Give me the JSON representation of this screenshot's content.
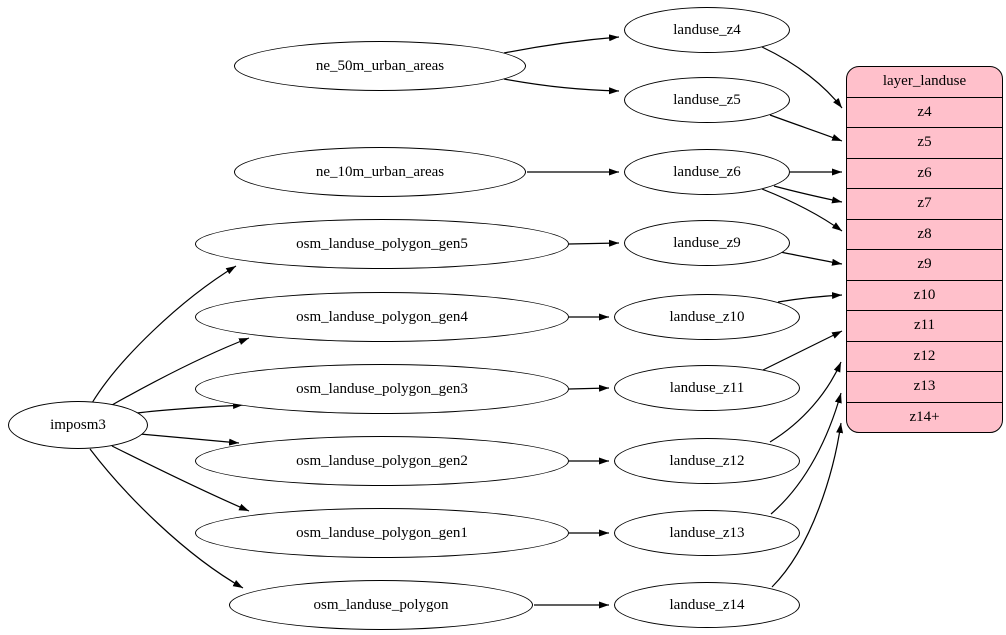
{
  "diagram": {
    "kind": "etl-dependency-graph",
    "background_color": "#ffffff",
    "node_stroke_color": "#000000",
    "table_fill_color": "#ffc0cb"
  },
  "nodes": {
    "imposm3": {
      "label": "imposm3"
    },
    "ne_50m_urban_areas": {
      "label": "ne_50m_urban_areas"
    },
    "ne_10m_urban_areas": {
      "label": "ne_10m_urban_areas"
    },
    "osm_landuse_polygon_gen5": {
      "label": "osm_landuse_polygon_gen5"
    },
    "osm_landuse_polygon_gen4": {
      "label": "osm_landuse_polygon_gen4"
    },
    "osm_landuse_polygon_gen3": {
      "label": "osm_landuse_polygon_gen3"
    },
    "osm_landuse_polygon_gen2": {
      "label": "osm_landuse_polygon_gen2"
    },
    "osm_landuse_polygon_gen1": {
      "label": "osm_landuse_polygon_gen1"
    },
    "osm_landuse_polygon": {
      "label": "osm_landuse_polygon"
    },
    "landuse_z4": {
      "label": "landuse_z4"
    },
    "landuse_z5": {
      "label": "landuse_z5"
    },
    "landuse_z6": {
      "label": "landuse_z6"
    },
    "landuse_z9": {
      "label": "landuse_z9"
    },
    "landuse_z10": {
      "label": "landuse_z10"
    },
    "landuse_z11": {
      "label": "landuse_z11"
    },
    "landuse_z12": {
      "label": "landuse_z12"
    },
    "landuse_z13": {
      "label": "landuse_z13"
    },
    "landuse_z14": {
      "label": "landuse_z14"
    }
  },
  "table": {
    "title": "layer_landuse",
    "rows": [
      "z4",
      "z5",
      "z6",
      "z7",
      "z8",
      "z9",
      "z10",
      "z11",
      "z12",
      "z13",
      "z14+"
    ]
  },
  "edges": [
    {
      "from": "imposm3",
      "to": "osm_landuse_polygon_gen5"
    },
    {
      "from": "imposm3",
      "to": "osm_landuse_polygon_gen4"
    },
    {
      "from": "imposm3",
      "to": "osm_landuse_polygon_gen3"
    },
    {
      "from": "imposm3",
      "to": "osm_landuse_polygon_gen2"
    },
    {
      "from": "imposm3",
      "to": "osm_landuse_polygon_gen1"
    },
    {
      "from": "imposm3",
      "to": "osm_landuse_polygon"
    },
    {
      "from": "ne_50m_urban_areas",
      "to": "landuse_z4"
    },
    {
      "from": "ne_50m_urban_areas",
      "to": "landuse_z5"
    },
    {
      "from": "ne_10m_urban_areas",
      "to": "landuse_z6"
    },
    {
      "from": "osm_landuse_polygon_gen5",
      "to": "landuse_z9"
    },
    {
      "from": "osm_landuse_polygon_gen4",
      "to": "landuse_z10"
    },
    {
      "from": "osm_landuse_polygon_gen3",
      "to": "landuse_z11"
    },
    {
      "from": "osm_landuse_polygon_gen2",
      "to": "landuse_z12"
    },
    {
      "from": "osm_landuse_polygon_gen1",
      "to": "landuse_z13"
    },
    {
      "from": "osm_landuse_polygon",
      "to": "landuse_z14"
    },
    {
      "from": "landuse_z4",
      "to": "layer_landuse:z4"
    },
    {
      "from": "landuse_z5",
      "to": "layer_landuse:z5"
    },
    {
      "from": "landuse_z6",
      "to": "layer_landuse:z6"
    },
    {
      "from": "landuse_z6",
      "to": "layer_landuse:z7"
    },
    {
      "from": "landuse_z6",
      "to": "layer_landuse:z8"
    },
    {
      "from": "landuse_z9",
      "to": "layer_landuse:z9"
    },
    {
      "from": "landuse_z10",
      "to": "layer_landuse:z10"
    },
    {
      "from": "landuse_z11",
      "to": "layer_landuse:z11"
    },
    {
      "from": "landuse_z12",
      "to": "layer_landuse:z12"
    },
    {
      "from": "landuse_z13",
      "to": "layer_landuse:z13"
    },
    {
      "from": "landuse_z14",
      "to": "layer_landuse:z14+"
    }
  ]
}
